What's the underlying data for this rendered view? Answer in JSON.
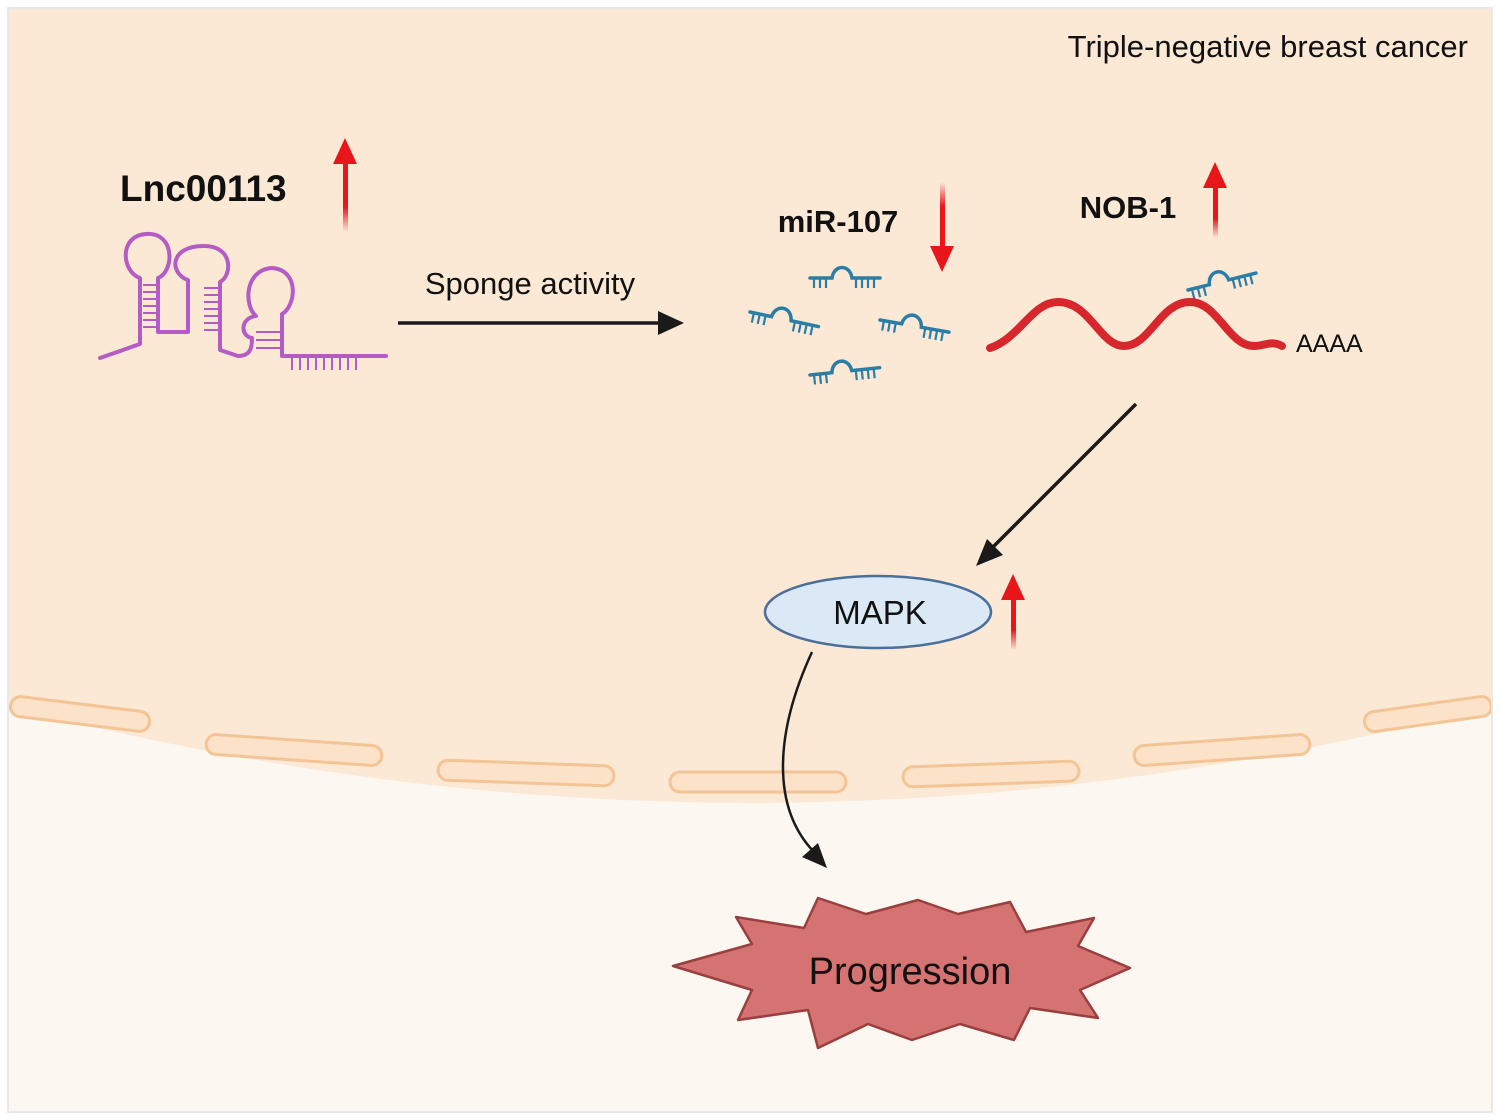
{
  "diagram": {
    "context_label": "Triple-negative breast cancer",
    "lnc_label": "Lnc00113",
    "sponge_label": "Sponge activity",
    "mir_label": "miR-107",
    "nob_label": "NOB-1",
    "polya_label": "AAAA",
    "mapk_label": "MAPK",
    "progression_label": "Progression",
    "regulation": {
      "lnc": "up",
      "mir": "down",
      "nob": "up",
      "mapk": "up"
    },
    "colors": {
      "cytoplasm": "#fbe9d6",
      "nucleus": "#fdf7f1",
      "membrane": "#f6cfa8",
      "lncrna": "#b45cc4",
      "mirna": "#2a7ea6",
      "mrna": "#d7262c",
      "arrow_red": "#e8161b",
      "mapk_fill": "#dbe9f7",
      "mapk_stroke": "#4a6f9a",
      "burst_fill": "#d57272",
      "burst_stroke": "#9a3f3f"
    }
  }
}
